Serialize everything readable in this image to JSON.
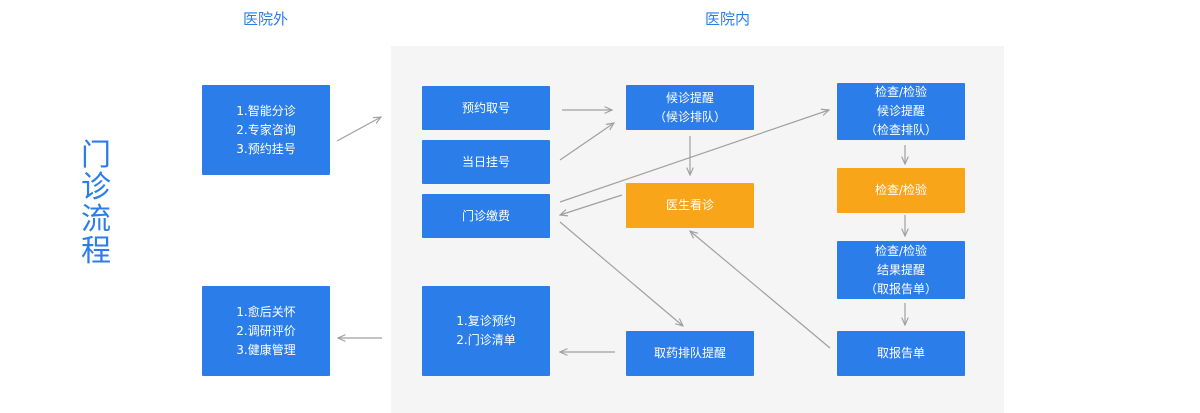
{
  "title": "门诊流程",
  "headers": {
    "outside": "医院外",
    "inside": "医院内"
  },
  "boxes": {
    "pre_visit": "1.智能分诊\n2.专家咨询\n3.预约挂号",
    "post_visit": "1.愈后关怀\n2.调研评价\n3.健康管理",
    "appointment": "预约取号",
    "same_day": "当日挂号",
    "payment": "门诊缴费",
    "followup": "1.复诊预约\n2.门诊清单",
    "wait_reminder": "候诊提醒\n（候诊排队）",
    "doctor": "医生看诊",
    "medicine_queue": "取药排队提醒",
    "exam_wait": "检查/检验\n候诊提醒\n（检查排队）",
    "exam": "检查/检验",
    "exam_result": "检查/检验\n结果提醒\n（取报告单）",
    "get_report": "取报告单"
  },
  "colors": {
    "primary_blue": "#2b7de9",
    "highlight_orange": "#f9a51a",
    "arrow_gray": "#a0a0a0",
    "panel_gray": "#f5f5f5"
  }
}
